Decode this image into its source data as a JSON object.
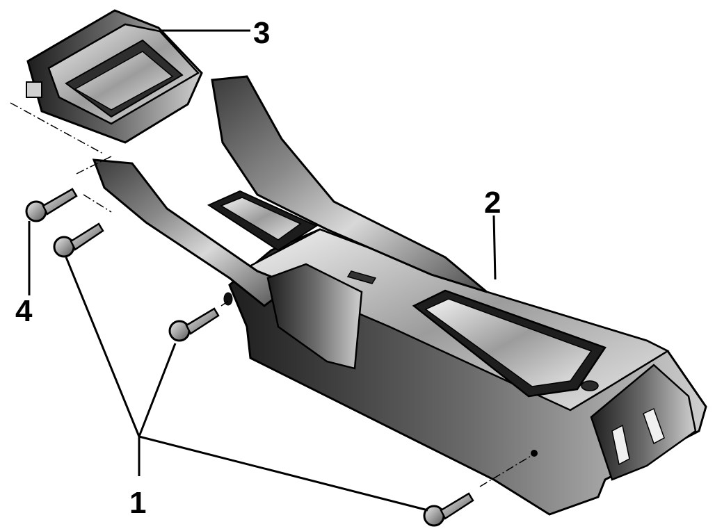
{
  "callouts": [
    {
      "id": "1",
      "label": "1"
    },
    {
      "id": "2",
      "label": "2"
    },
    {
      "id": "3",
      "label": "3"
    },
    {
      "id": "4",
      "label": "4"
    }
  ],
  "colors": {
    "outline": "#000000",
    "shade_dark": "#2a2a2a",
    "shade_mid": "#6b6b6b",
    "shade_light": "#d9d9d9",
    "highlight": "#f4f4f4",
    "background": "#ffffff"
  }
}
